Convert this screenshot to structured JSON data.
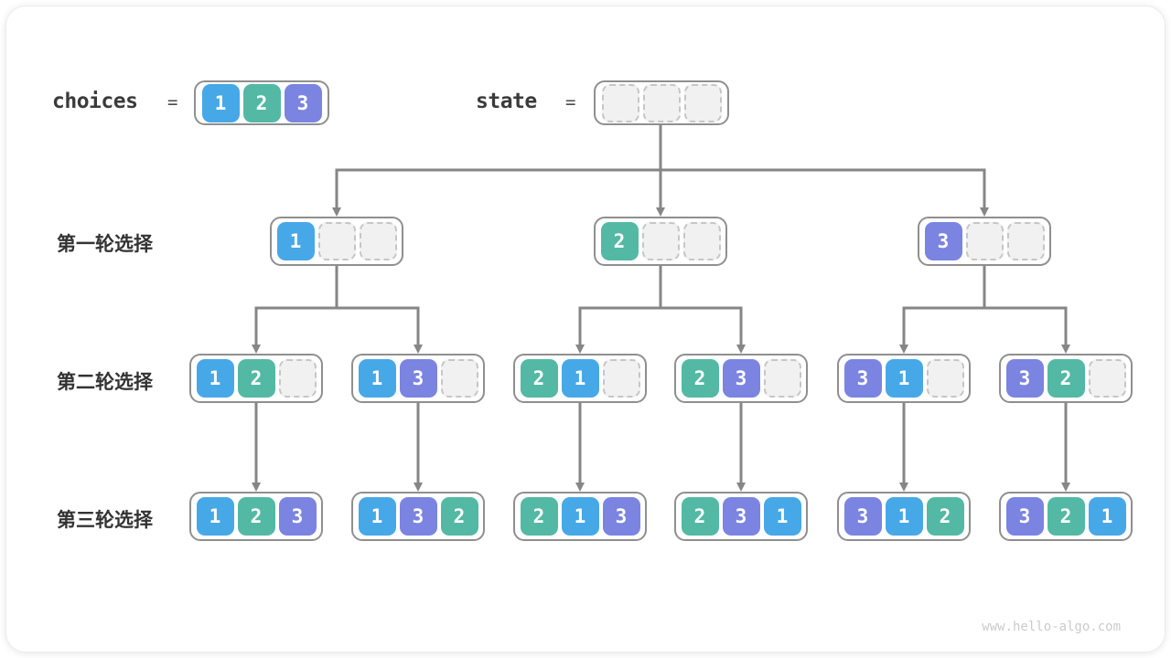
{
  "palette": {
    "value_colors": {
      "1": "#47a8e8",
      "2": "#53b9a4",
      "3": "#7b84e0"
    },
    "empty_fill": "#f1f1f1",
    "empty_border": "#c6c6c6",
    "node_border": "#8f8f8f",
    "edge": "#868686",
    "text_dark": "#3b3b3b"
  },
  "header": {
    "choices_label": "choices",
    "choices_equals": "=",
    "choices_cells": [
      "1",
      "2",
      "3"
    ],
    "state_label": "state",
    "state_equals": "=",
    "state_cells": [
      "",
      "",
      ""
    ]
  },
  "rows": [
    {
      "label": "第一轮选择"
    },
    {
      "label": "第二轮选择"
    },
    {
      "label": "第三轮选择"
    }
  ],
  "tree": {
    "level1": [
      [
        "1",
        "",
        ""
      ],
      [
        "2",
        "",
        ""
      ],
      [
        "3",
        "",
        ""
      ]
    ],
    "level2": [
      [
        "1",
        "2",
        ""
      ],
      [
        "1",
        "3",
        ""
      ],
      [
        "2",
        "1",
        ""
      ],
      [
        "2",
        "3",
        ""
      ],
      [
        "3",
        "1",
        ""
      ],
      [
        "3",
        "2",
        ""
      ]
    ],
    "level3": [
      [
        "1",
        "2",
        "3"
      ],
      [
        "1",
        "3",
        "2"
      ],
      [
        "2",
        "1",
        "3"
      ],
      [
        "2",
        "3",
        "1"
      ],
      [
        "3",
        "1",
        "2"
      ],
      [
        "3",
        "2",
        "1"
      ]
    ]
  },
  "watermark": "www.hello-algo.com"
}
